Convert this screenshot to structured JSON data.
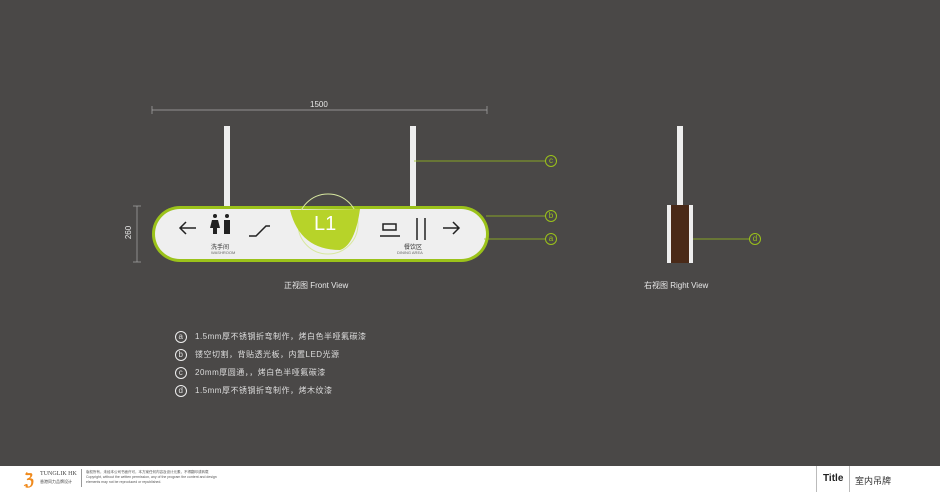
{
  "dimensions": {
    "width": "1500",
    "height": "260"
  },
  "front": {
    "label": "正视图 Front View",
    "level": "L1",
    "washroom_cn": "洗手间",
    "washroom_en": "WASHROOM",
    "dining_cn": "餐饮区",
    "dining_en": "DINING AREA"
  },
  "right": {
    "label": "右视图 Right View"
  },
  "callouts": [
    "a",
    "b",
    "c",
    "d"
  ],
  "legend": [
    {
      "key": "a",
      "text": "1.5mm厚不锈钢折弯制作，烤白色半哑氟碳漆"
    },
    {
      "key": "b",
      "text": "镂空切割，背贴透光板，内置LED光源"
    },
    {
      "key": "c",
      "text": "20mm厚圆通，，烤白色半哑氟碳漆"
    },
    {
      "key": "d",
      "text": "1.5mm厚不锈钢折弯制作，烤木纹漆"
    }
  ],
  "footer": {
    "brand": "TUNGLIK HK",
    "brand_cn": "香港同力品牌设计",
    "copyright_cn": "版权所有，未经本公司书面许可，本方案任何内容及设计元素，不得翻印或转载",
    "copyright_en": "Copyright, without the written permission, any of the program the content and design elements may not be reproduced or republished.",
    "title_label": "Title",
    "title_value": "室内吊牌"
  },
  "colors": {
    "accent": "#9bc21a",
    "background": "#4a4847",
    "wood": "#4a2a18"
  }
}
